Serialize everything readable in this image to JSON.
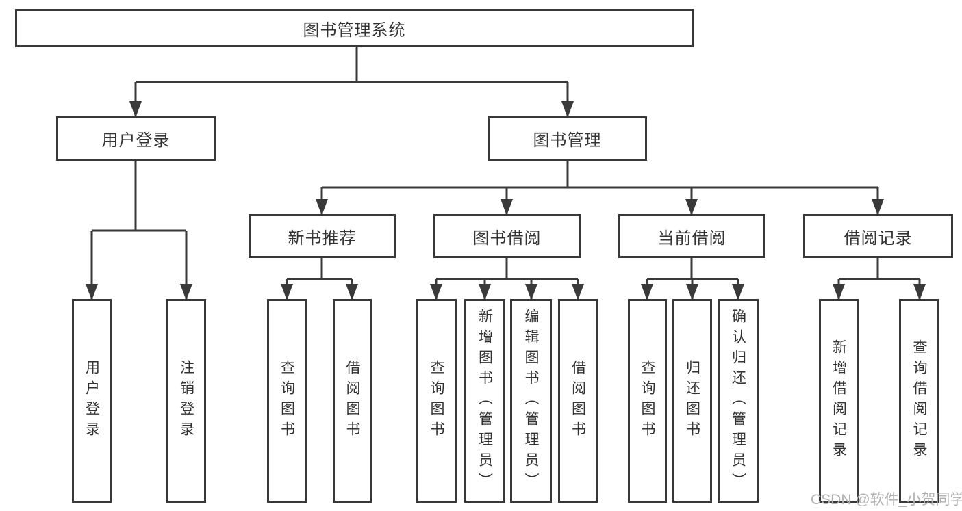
{
  "tree": {
    "root": "图书管理系统",
    "children": [
      {
        "label": "用户登录",
        "children": [
          "用户登录",
          "注销登录"
        ]
      },
      {
        "label": "图书管理",
        "children": [
          {
            "label": "新书推荐",
            "children": [
              "查询图书",
              "借阅图书"
            ]
          },
          {
            "label": "图书借阅",
            "children": [
              "查询图书",
              "新增图书（管理员）",
              "编辑图书（管理员）",
              "借阅图书"
            ]
          },
          {
            "label": "当前借阅",
            "children": [
              "查询图书",
              "归还图书",
              "确认归还（管理员）"
            ]
          },
          {
            "label": "借阅记录",
            "children": [
              "新增借阅记录",
              "查询借阅记录"
            ]
          }
        ]
      }
    ]
  },
  "watermark": "CSDN @软件_小贺同学",
  "colors": {
    "line": "#3a3a3a",
    "box_border": "#383838",
    "text": "#333333",
    "watermark": "#b1b1b1",
    "background": "#ffffff"
  }
}
